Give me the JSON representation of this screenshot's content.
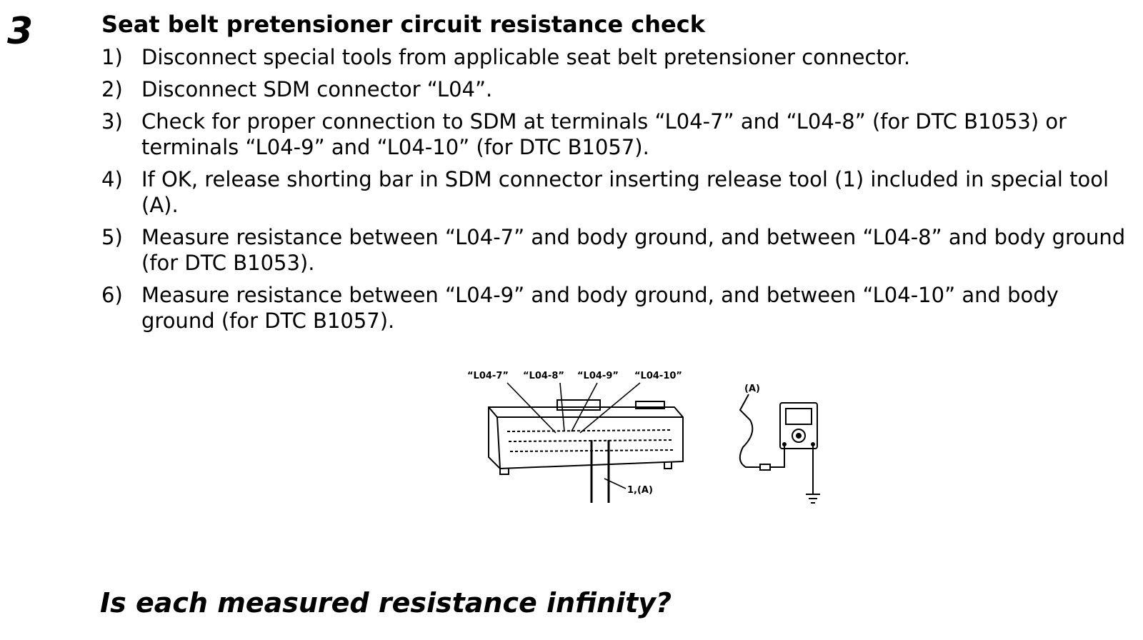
{
  "step": {
    "number": "3",
    "title": "Seat belt pretensioner circuit resistance check"
  },
  "procedure": [
    {
      "num": "1)",
      "text": "Disconnect special tools from applicable seat belt pretensioner connector."
    },
    {
      "num": "2)",
      "text": "Disconnect SDM connector “L04”."
    },
    {
      "num": "3)",
      "text": "Check for proper connection to SDM at terminals “L04-7” and “L04-8” (for DTC B1053) or terminals “L04-9” and “L04-10” (for DTC B1057)."
    },
    {
      "num": "4)",
      "text": "If OK, release shorting bar in SDM connector inserting release tool (1) included in special tool (A)."
    },
    {
      "num": "5)",
      "text": "Measure resistance between “L04-7” and body ground, and between “L04-8” and body ground (for DTC B1053)."
    },
    {
      "num": "6)",
      "text": "Measure resistance between “L04-9” and body ground, and between “L04-10” and body ground (for DTC B1057)."
    }
  ],
  "figure": {
    "terminal_labels": [
      "“L04-7”",
      "“L04-8”",
      "“L04-9”",
      "“L04-10”"
    ],
    "tool_label": "1,(A)",
    "meter_label": "(A)"
  },
  "question": "Is each measured resistance infinity?"
}
